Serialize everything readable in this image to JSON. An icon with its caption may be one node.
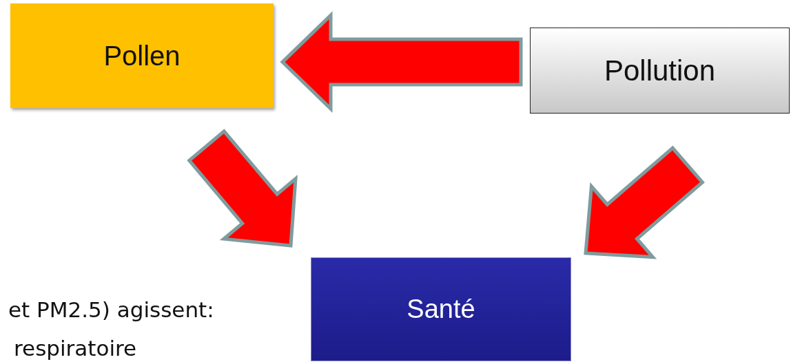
{
  "diagram": {
    "nodes": [
      {
        "text": [
          "Pollen"
        ]
      },
      {
        "text": [
          "Pollution"
        ]
      },
      {
        "text": [
          "Santé"
        ]
      }
    ],
    "edges": [
      {
        "from": 1,
        "to": 0,
        "arrow": "to"
      },
      {
        "from": 0,
        "to": 2,
        "arrow": "to"
      },
      {
        "from": 1,
        "to": 2,
        "arrow": "to"
      }
    ],
    "labels": [
      "et PM2.5) agissent:",
      "respiratoire"
    ]
  }
}
